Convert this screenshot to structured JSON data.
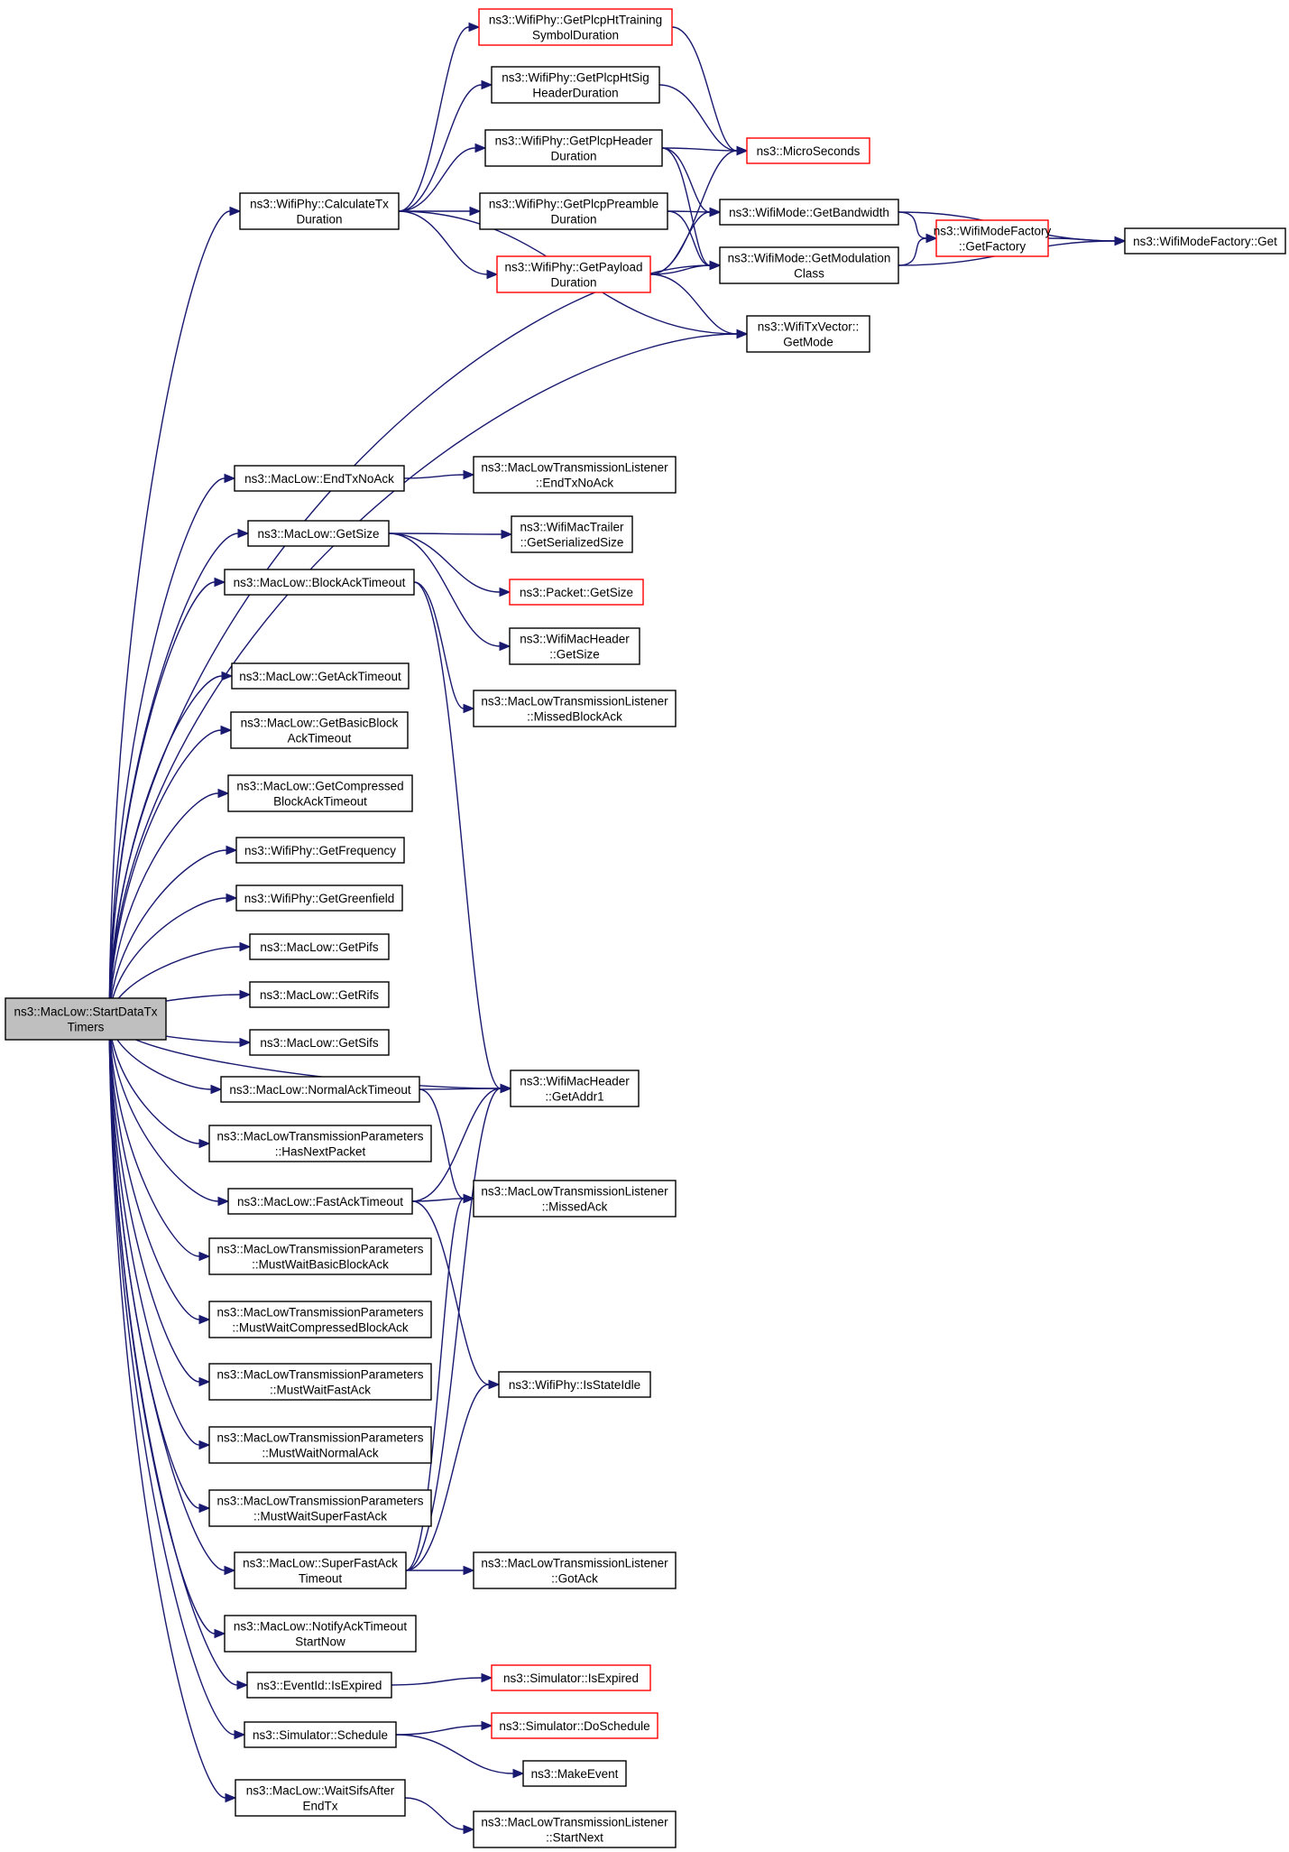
{
  "colors": {
    "edge": "#191970",
    "node_border": "#000000",
    "truncated_border": "#ff0000",
    "root_fill": "#bfbfbf",
    "background": "#ffffff"
  },
  "nodes": {
    "start": {
      "lines": [
        "ns3::MacLow::StartDataTx",
        "Timers"
      ],
      "style": "root"
    },
    "calcTx": {
      "lines": [
        "ns3::WifiPhy::CalculateTx",
        "Duration"
      ]
    },
    "htTrain": {
      "lines": [
        "ns3::WifiPhy::GetPlcpHtTraining",
        "SymbolDuration"
      ],
      "style": "truncated"
    },
    "htSig": {
      "lines": [
        "ns3::WifiPhy::GetPlcpHtSig",
        "HeaderDuration"
      ]
    },
    "plcpHeader": {
      "lines": [
        "ns3::WifiPhy::GetPlcpHeader",
        "Duration"
      ]
    },
    "plcpPreamble": {
      "lines": [
        "ns3::WifiPhy::GetPlcpPreamble",
        "Duration"
      ]
    },
    "payload": {
      "lines": [
        "ns3::WifiPhy::GetPayload",
        "Duration"
      ],
      "style": "truncated"
    },
    "micro": {
      "lines": [
        "ns3::MicroSeconds"
      ],
      "style": "truncated"
    },
    "bandwidth": {
      "lines": [
        "ns3::WifiMode::GetBandwidth"
      ]
    },
    "modClass": {
      "lines": [
        "ns3::WifiMode::GetModulation",
        "Class"
      ]
    },
    "factory": {
      "lines": [
        "ns3::WifiModeFactory",
        "::GetFactory"
      ],
      "style": "truncated"
    },
    "factoryGet": {
      "lines": [
        "ns3::WifiModeFactory::Get"
      ]
    },
    "txvMode": {
      "lines": [
        "ns3::WifiTxVector::",
        "GetMode"
      ]
    },
    "endTxNoAck": {
      "lines": [
        "ns3::MacLow::EndTxNoAck"
      ]
    },
    "lEndTxNoAck": {
      "lines": [
        "ns3::MacLowTransmissionListener",
        "::EndTxNoAck"
      ]
    },
    "getSize": {
      "lines": [
        "ns3::MacLow::GetSize"
      ]
    },
    "trailer": {
      "lines": [
        "ns3::WifiMacTrailer",
        "::GetSerializedSize"
      ]
    },
    "pktSize": {
      "lines": [
        "ns3::Packet::GetSize"
      ],
      "style": "truncated"
    },
    "hdrSize": {
      "lines": [
        "ns3::WifiMacHeader",
        "::GetSize"
      ]
    },
    "baTimeout": {
      "lines": [
        "ns3::MacLow::BlockAckTimeout"
      ]
    },
    "lMissedBA": {
      "lines": [
        "ns3::MacLowTransmissionListener",
        "::MissedBlockAck"
      ]
    },
    "ackTimeout": {
      "lines": [
        "ns3::MacLow::GetAckTimeout"
      ]
    },
    "basicBA": {
      "lines": [
        "ns3::MacLow::GetBasicBlock",
        "AckTimeout"
      ]
    },
    "compBA": {
      "lines": [
        "ns3::MacLow::GetCompressed",
        "BlockAckTimeout"
      ]
    },
    "freq": {
      "lines": [
        "ns3::WifiPhy::GetFrequency"
      ]
    },
    "green": {
      "lines": [
        "ns3::WifiPhy::GetGreenfield"
      ]
    },
    "pifs": {
      "lines": [
        "ns3::MacLow::GetPifs"
      ]
    },
    "rifs": {
      "lines": [
        "ns3::MacLow::GetRifs"
      ]
    },
    "sifs": {
      "lines": [
        "ns3::MacLow::GetSifs"
      ]
    },
    "normalAck": {
      "lines": [
        "ns3::MacLow::NormalAckTimeout"
      ]
    },
    "addr1": {
      "lines": [
        "ns3::WifiMacHeader",
        "::GetAddr1"
      ]
    },
    "hasNext": {
      "lines": [
        "ns3::MacLowTransmissionParameters",
        "::HasNextPacket"
      ]
    },
    "fastAck": {
      "lines": [
        "ns3::MacLow::FastAckTimeout"
      ]
    },
    "lMissedAck": {
      "lines": [
        "ns3::MacLowTransmissionListener",
        "::MissedAck"
      ]
    },
    "mwBasic": {
      "lines": [
        "ns3::MacLowTransmissionParameters",
        "::MustWaitBasicBlockAck"
      ]
    },
    "mwComp": {
      "lines": [
        "ns3::MacLowTransmissionParameters",
        "::MustWaitCompressedBlockAck"
      ]
    },
    "mwFast": {
      "lines": [
        "ns3::MacLowTransmissionParameters",
        "::MustWaitFastAck"
      ]
    },
    "idle": {
      "lines": [
        "ns3::WifiPhy::IsStateIdle"
      ]
    },
    "mwNormal": {
      "lines": [
        "ns3::MacLowTransmissionParameters",
        "::MustWaitNormalAck"
      ]
    },
    "mwSuper": {
      "lines": [
        "ns3::MacLowTransmissionParameters",
        "::MustWaitSuperFastAck"
      ]
    },
    "superFast": {
      "lines": [
        "ns3::MacLow::SuperFastAck",
        "Timeout"
      ]
    },
    "lGotAck": {
      "lines": [
        "ns3::MacLowTransmissionListener",
        "::GotAck"
      ]
    },
    "notifyAck": {
      "lines": [
        "ns3::MacLow::NotifyAckTimeout",
        "StartNow"
      ]
    },
    "isExpired": {
      "lines": [
        "ns3::EventId::IsExpired"
      ]
    },
    "simExpired": {
      "lines": [
        "ns3::Simulator::IsExpired"
      ],
      "style": "truncated"
    },
    "schedule": {
      "lines": [
        "ns3::Simulator::Schedule"
      ]
    },
    "doSchedule": {
      "lines": [
        "ns3::Simulator::DoSchedule"
      ],
      "style": "truncated"
    },
    "makeEvent": {
      "lines": [
        "ns3::MakeEvent"
      ]
    },
    "waitSifs": {
      "lines": [
        "ns3::MacLow::WaitSifsAfter",
        "EndTx"
      ]
    },
    "lStartNext": {
      "lines": [
        "ns3::MacLowTransmissionListener",
        "::StartNext"
      ]
    }
  },
  "edges": [
    [
      "start",
      "calcTx"
    ],
    [
      "start",
      "modClass"
    ],
    [
      "start",
      "txvMode"
    ],
    [
      "start",
      "endTxNoAck"
    ],
    [
      "start",
      "getSize"
    ],
    [
      "start",
      "baTimeout"
    ],
    [
      "start",
      "addr1"
    ],
    [
      "start",
      "ackTimeout"
    ],
    [
      "start",
      "basicBA"
    ],
    [
      "start",
      "compBA"
    ],
    [
      "start",
      "freq"
    ],
    [
      "start",
      "green"
    ],
    [
      "start",
      "pifs"
    ],
    [
      "start",
      "rifs"
    ],
    [
      "start",
      "sifs"
    ],
    [
      "start",
      "normalAck"
    ],
    [
      "start",
      "hasNext"
    ],
    [
      "start",
      "fastAck"
    ],
    [
      "start",
      "mwBasic"
    ],
    [
      "start",
      "mwComp"
    ],
    [
      "start",
      "mwFast"
    ],
    [
      "start",
      "mwNormal"
    ],
    [
      "start",
      "mwSuper"
    ],
    [
      "start",
      "superFast"
    ],
    [
      "start",
      "notifyAck"
    ],
    [
      "start",
      "isExpired"
    ],
    [
      "start",
      "schedule"
    ],
    [
      "start",
      "waitSifs"
    ],
    [
      "calcTx",
      "htTrain"
    ],
    [
      "calcTx",
      "htSig"
    ],
    [
      "calcTx",
      "plcpHeader"
    ],
    [
      "calcTx",
      "plcpPreamble"
    ],
    [
      "calcTx",
      "payload"
    ],
    [
      "calcTx",
      "txvMode"
    ],
    [
      "htTrain",
      "micro"
    ],
    [
      "htSig",
      "micro"
    ],
    [
      "plcpHeader",
      "micro"
    ],
    [
      "plcpHeader",
      "bandwidth"
    ],
    [
      "plcpHeader",
      "modClass"
    ],
    [
      "plcpPreamble",
      "bandwidth"
    ],
    [
      "plcpPreamble",
      "modClass"
    ],
    [
      "payload",
      "micro"
    ],
    [
      "payload",
      "bandwidth"
    ],
    [
      "payload",
      "modClass"
    ],
    [
      "payload",
      "txvMode"
    ],
    [
      "bandwidth",
      "factory"
    ],
    [
      "bandwidth",
      "factoryGet"
    ],
    [
      "modClass",
      "factory"
    ],
    [
      "modClass",
      "factoryGet"
    ],
    [
      "factory",
      "factoryGet"
    ],
    [
      "endTxNoAck",
      "lEndTxNoAck"
    ],
    [
      "getSize",
      "trailer"
    ],
    [
      "getSize",
      "pktSize"
    ],
    [
      "getSize",
      "hdrSize"
    ],
    [
      "baTimeout",
      "addr1"
    ],
    [
      "baTimeout",
      "lMissedBA"
    ],
    [
      "normalAck",
      "addr1"
    ],
    [
      "normalAck",
      "lMissedAck"
    ],
    [
      "fastAck",
      "addr1"
    ],
    [
      "fastAck",
      "lMissedAck"
    ],
    [
      "fastAck",
      "idle"
    ],
    [
      "superFast",
      "addr1"
    ],
    [
      "superFast",
      "lMissedAck"
    ],
    [
      "superFast",
      "idle"
    ],
    [
      "superFast",
      "lGotAck"
    ],
    [
      "isExpired",
      "simExpired"
    ],
    [
      "schedule",
      "doSchedule"
    ],
    [
      "schedule",
      "makeEvent"
    ],
    [
      "waitSifs",
      "lStartNext"
    ]
  ]
}
